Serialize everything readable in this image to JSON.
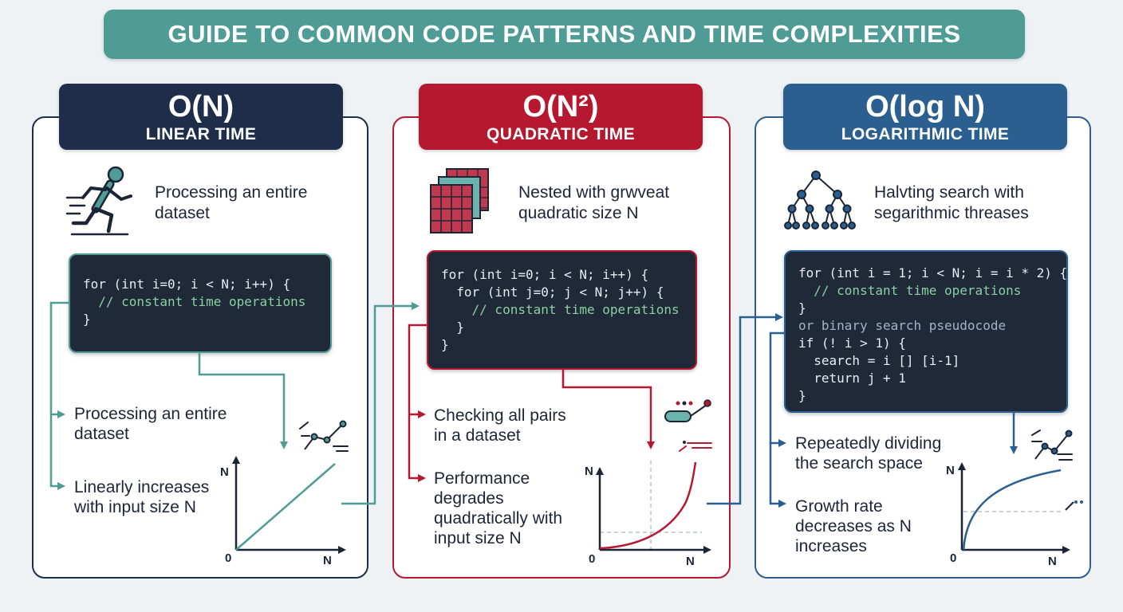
{
  "title": "GUIDE TO COMMON CODE PATTERNS AND TIME COMPLEXITIES",
  "colors": {
    "teal": "#4f9b95",
    "navy": "#1e2d4a",
    "red": "#b5182f",
    "blue": "#2a5f8f",
    "code_bg": "#1f2937"
  },
  "panels": [
    {
      "heading": "O(N)",
      "subheading": "LINEAR TIME",
      "icon": "running-person-icon",
      "description": [
        "Processing an entire",
        "dataset"
      ],
      "code": [
        "for (int i=0; i < N; i++) {",
        "  // constant time operations",
        "}"
      ],
      "notes": [
        {
          "lines": [
            "Processing an entire",
            "dataset"
          ]
        },
        {
          "lines": [
            "Linearly increases",
            "with input size N"
          ]
        }
      ],
      "axis": {
        "y": "N",
        "x": "N",
        "origin": "0"
      }
    },
    {
      "heading": "O(N²)",
      "subheading": "QUADRATIC TIME",
      "icon": "grid-stack-icon",
      "description": [
        "Nested with grwveat",
        "quadratic size N"
      ],
      "code": [
        "for (int i=0; i < N; i++) {",
        "  for (int j=0; j < N; j++) {",
        "    // constant time operations",
        "  }",
        "}"
      ],
      "notes": [
        {
          "lines": [
            "Checking all pairs",
            "in a dataset"
          ]
        },
        {
          "lines": [
            "Performance",
            "degrades",
            "quadratically with",
            "input size N"
          ]
        }
      ],
      "axis": {
        "y": "N",
        "x": "N",
        "origin": "0"
      }
    },
    {
      "heading": "O(log N)",
      "subheading": "LOGARITHMIC TIME",
      "icon": "binary-tree-icon",
      "description": [
        "Halvting search with",
        "segarithmic threases"
      ],
      "code": [
        "for (int i = 1; i < N; i = i * 2) {",
        "  // constant time operations",
        "}",
        "or binary search pseudocode",
        "if (! i > 1) {",
        "  search = i [] [i-1]",
        "  return j + 1",
        "}"
      ],
      "notes": [
        {
          "lines": [
            "Repeatedly dividing",
            "the search space"
          ]
        },
        {
          "lines": [
            "Growth rate",
            "decreases as N",
            "increases"
          ]
        }
      ],
      "axis": {
        "y": "N",
        "x": "N",
        "origin": "0"
      }
    }
  ]
}
